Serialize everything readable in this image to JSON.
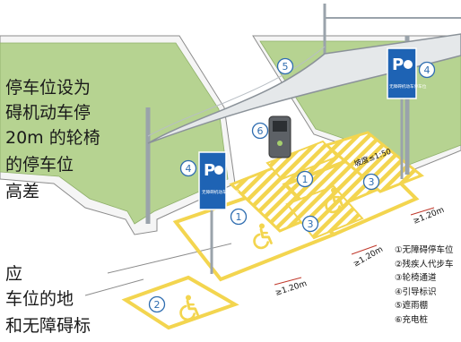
{
  "side_text": [
    "停车位设为",
    "碍机动车停",
    "20m 的轮椅",
    "的停车位",
    "高差",
    "应",
    "车位的地",
    "和无障碍标"
  ],
  "markers": {
    "m1a": "1",
    "m1b": "1",
    "m2": "2",
    "m3a": "3",
    "m3b": "3",
    "m4a": "4",
    "m4b": "4",
    "m5": "5",
    "m6": "6"
  },
  "dimensions": {
    "slope": "坡度≤1:50",
    "width_a": "≥1.20m",
    "width_b": "≥1.20m",
    "width_c": "≥1.20m"
  },
  "sign": {
    "letter": "P",
    "caption": "无障碍机动车停车位"
  },
  "legend": [
    "①无障碍停车位",
    "②残疾人代步车",
    "③轮椅通道",
    "④引导标识",
    "⑤遮雨棚",
    "⑥充电桩"
  ],
  "colors": {
    "grass": "#b6d391",
    "curb": "#f5f5f5",
    "pavement": "#ffffff",
    "marking": "#f3d54f",
    "sign_blue": "#1e63b4",
    "marker_blue": "#2f6db0"
  },
  "icons": {
    "accessibility": "wheelchair-symbol-icon",
    "canopy": "rain-shelter-canopy",
    "charger": "ev-charger"
  }
}
